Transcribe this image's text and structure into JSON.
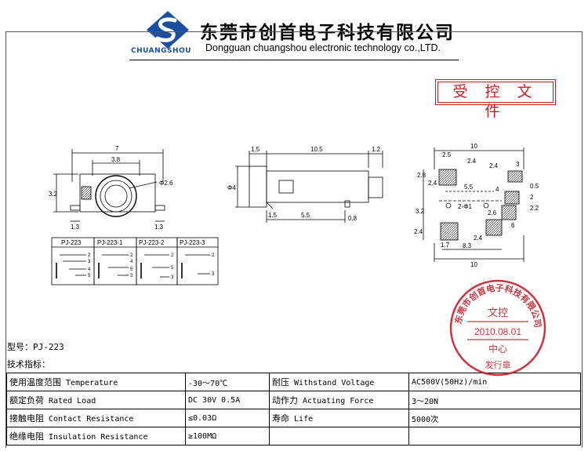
{
  "header": {
    "brand": "CHUANGSHOU",
    "company_cn": "东莞市创首电子科技有限公司",
    "company_en": "Dongguan chuangshou electronic technology co.,LTD."
  },
  "stamp": {
    "label": "受 控 文 件"
  },
  "seal": {
    "ring_text": "东莞市创首电子科技有限公司",
    "title": "文控",
    "date": "2010.08.01",
    "center": "中心",
    "footer": "发行章"
  },
  "drawing": {
    "front": {
      "width": "7",
      "inner_width": "3.8",
      "diameter": "Φ2.6",
      "height": "3.2",
      "foot_left": "1.3",
      "foot_right": "1.3"
    },
    "side": {
      "left": "1.5",
      "length": "10.5",
      "right": "1.2",
      "dia": "Φ4",
      "bottom_left": "1.5",
      "bottom_mid": "5.5",
      "pin": "0.8"
    },
    "pcb": {
      "width_top": "10",
      "d25": "2.5",
      "d24_top": "2.4",
      "d24_right": "2.4",
      "d3": "3",
      "d28": "2.8",
      "d24_left": "2.4",
      "d55": "5.5",
      "d4": "4",
      "d05": "0.5",
      "d2": "2",
      "hole": "2-Φ1",
      "d22": "2.2",
      "d26": "2.6",
      "d32": "3.2",
      "d6": "6",
      "d24_b": "2.4",
      "d17": "1.7",
      "d24_c": "2.4",
      "d83": "8.3",
      "width_bottom": "10"
    },
    "schematics": [
      {
        "title": "PJ-223",
        "pins": [
          "2",
          "3",
          "4",
          "5"
        ]
      },
      {
        "title": "PJ-223-1",
        "pins": [
          "2",
          "4",
          "5",
          "3"
        ]
      },
      {
        "title": "PJ-223-2",
        "pins": [
          "2",
          "5",
          "3"
        ]
      },
      {
        "title": "PJ-223-3",
        "pins": [
          "2",
          "3"
        ]
      }
    ]
  },
  "model": {
    "label": "型号：",
    "value": "PJ-223"
  },
  "spec_heading": "技术指标：",
  "specs": [
    {
      "label_cn": "使用温度范围",
      "label_en": "Temperature",
      "value": "-30～70℃",
      "label2_cn": "耐压",
      "label2_en": "Withstand Voltage",
      "value2": "AC500V(50Hz)/min"
    },
    {
      "label_cn": "额定负荷",
      "label_en": "Rated Load",
      "value": "DC 30V 0.5A",
      "label2_cn": "动作力",
      "label2_en": "Actuating Force",
      "value2": "3～20N"
    },
    {
      "label_cn": "接触电阻",
      "label_en": "Contact Resistance",
      "value": "≤0.03Ω",
      "label2_cn": "寿命",
      "label2_en": "Life",
      "value2": "5000次"
    },
    {
      "label_cn": "绝缘电阻",
      "label_en": "Insulation Resistance",
      "value": "≥100MΩ",
      "label2_cn": "",
      "label2_en": "",
      "value2": ""
    }
  ],
  "colors": {
    "brand_blue": "#1a4ea0",
    "seal_red": "#c8202a"
  }
}
